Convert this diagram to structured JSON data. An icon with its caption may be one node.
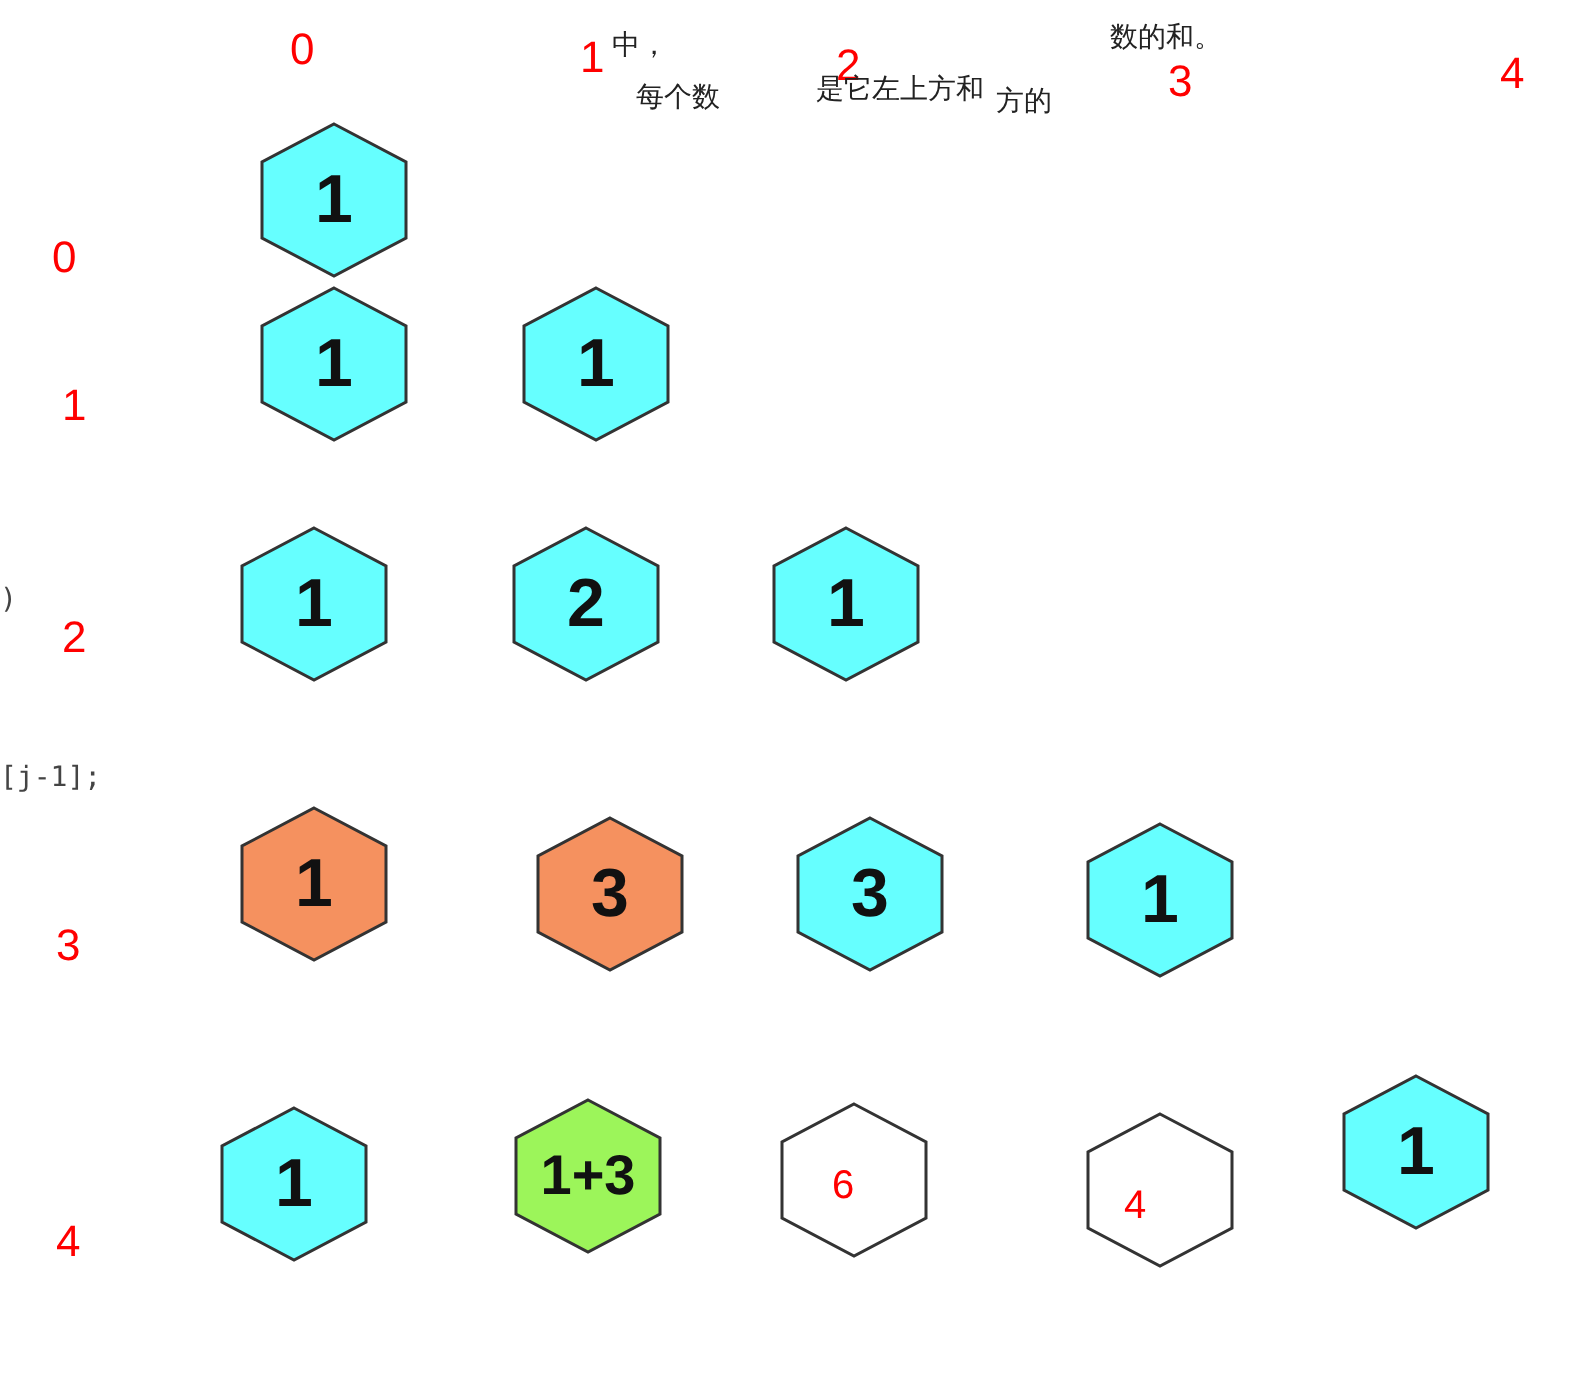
{
  "diagram": {
    "nodes": [
      {
        "text": [
          "1"
        ]
      },
      {
        "text": [
          "1"
        ]
      },
      {
        "text": [
          "1"
        ]
      },
      {
        "text": [
          "1"
        ]
      },
      {
        "text": [
          "2"
        ]
      },
      {
        "text": [
          "1"
        ]
      },
      {
        "text": [
          "1"
        ]
      },
      {
        "text": [
          "3"
        ]
      },
      {
        "text": [
          "3"
        ]
      },
      {
        "text": [
          "1"
        ]
      },
      {
        "text": [
          "1"
        ]
      },
      {
        "text": [
          "1+3"
        ]
      },
      {
        "text": [
          "6"
        ]
      },
      {
        "text": [
          "4"
        ]
      },
      {
        "text": [
          "1"
        ]
      }
    ],
    "labels": [
      "0",
      "1",
      "中，",
      "2",
      "数的和。",
      "3",
      "4",
      "每个数",
      "是它左上方和",
      "方的",
      "0",
      "1",
      ")",
      "2",
      "[j-1];",
      "3",
      "4"
    ]
  }
}
